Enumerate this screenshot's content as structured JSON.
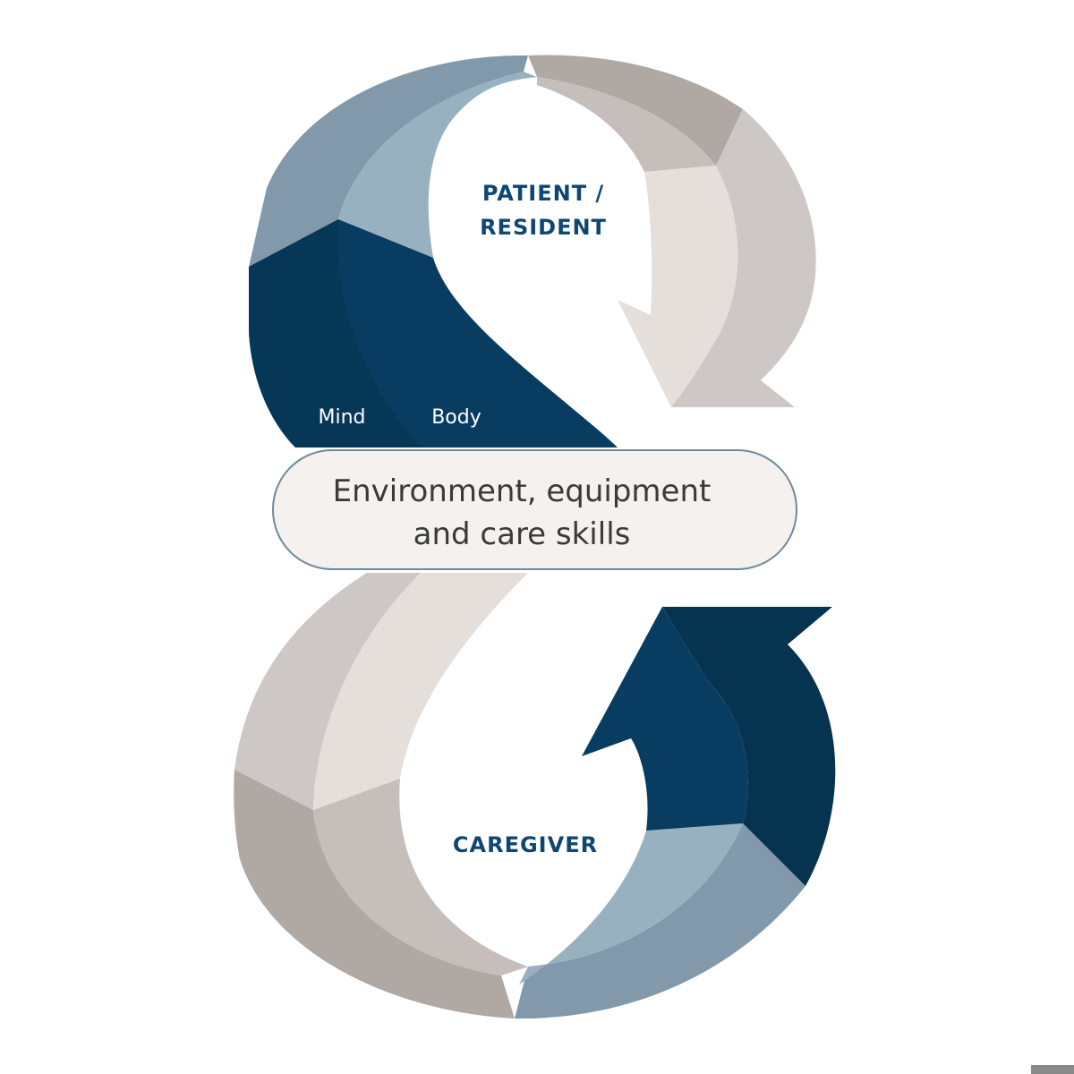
{
  "labels": {
    "patient_line1": "PATIENT /",
    "patient_line2": "RESIDENT",
    "mind": "Mind",
    "body": "Body",
    "center_line1": "Environment, equipment",
    "center_line2": "and care skills",
    "caregiver": "CAREGIVER"
  },
  "colors": {
    "navy": "#083c61",
    "navy_dark": "#06334f",
    "slate": "#8199aa",
    "slate_light": "#98b1c1",
    "taupe": "#b0a8a3",
    "taupe_mid": "#c6bebb",
    "beige_light": "#e5dfdb",
    "grey_light": "#cdc8c5",
    "label_blue": "#0f4673",
    "pill_fill": "#f4f1ee",
    "pill_stroke": "#6f8a9c"
  }
}
